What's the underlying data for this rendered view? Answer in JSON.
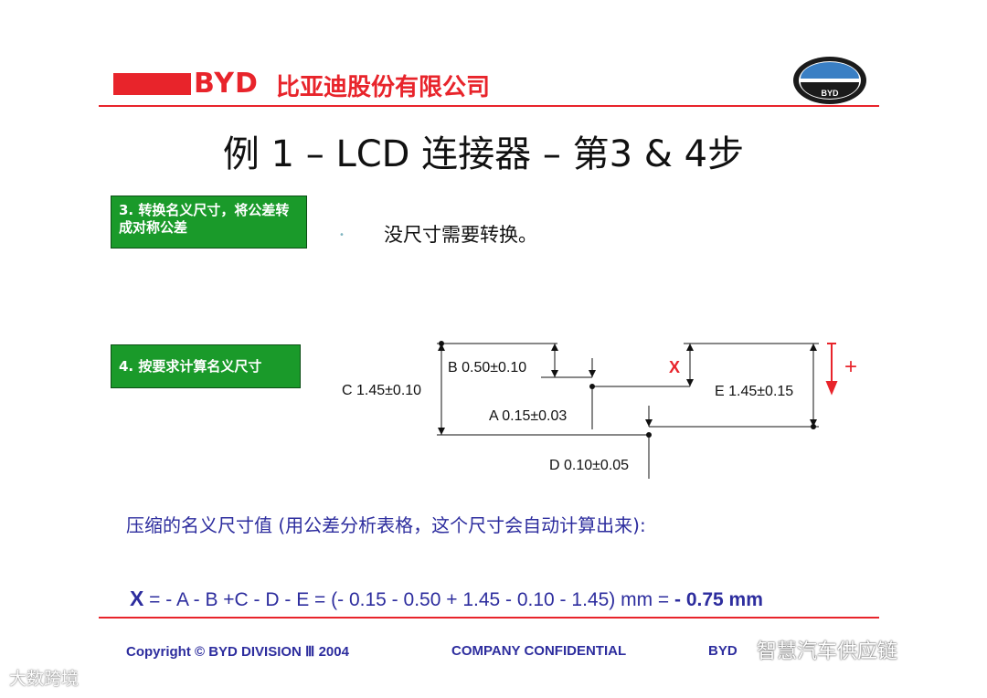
{
  "header": {
    "brand_text": "BYD",
    "company_name": "比亚迪股份有限公司",
    "emblem_text": "BYD",
    "colors": {
      "brand_red": "#e8242b",
      "text_blue": "#2d2d9e",
      "box_green": "#1a9a2a"
    }
  },
  "title": "例 1 – LCD 连接器 – 第3 & 4步",
  "step3": {
    "label": "3. 转换名义尺寸，将公差转成对称公差",
    "bullet": "•",
    "text": "没尺寸需要转换。"
  },
  "step4": {
    "label": "4. 按要求计算名义尺寸"
  },
  "diagram": {
    "labels": {
      "c": "C 1.45±0.10",
      "b": "B 0.50±0.10",
      "a": "A 0.15±0.03",
      "d": "D 0.10±0.05",
      "x": "X",
      "e": "E 1.45±0.15",
      "plus": "+"
    }
  },
  "compress_text": "压缩的名义尺寸值 (用公差分析表格，这个尺寸会自动计算出来):",
  "formula": {
    "x": "X",
    "expr": " = - A - B +C - D - E = (- 0.15 - 0.50 + 1.45 - 0.10 - 1.45) mm = ",
    "result": "- 0.75 mm"
  },
  "footer": {
    "copyright": "Copyright © BYD  DIVISION Ⅲ 2004",
    "confidential": "COMPANY CONFIDENTIAL",
    "right": "BYD"
  },
  "watermarks": {
    "wechat": "智慧汽车供应链",
    "source": "大数跨境"
  }
}
